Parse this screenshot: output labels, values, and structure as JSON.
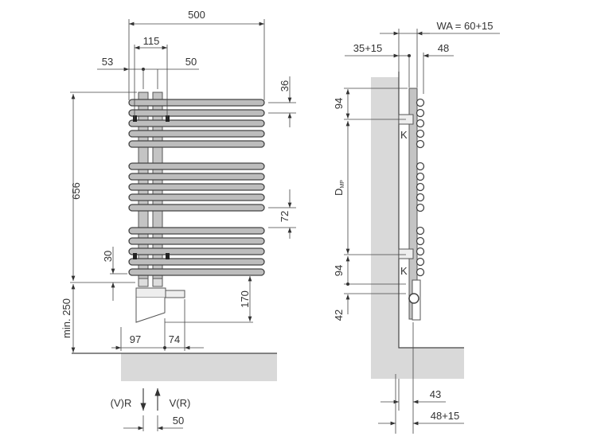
{
  "front_view": {
    "width": "500",
    "collector_span": "115",
    "left_offset": "53",
    "right_offset": "50",
    "height": "656",
    "min_floor": "min. 250",
    "bar_spacing": "36",
    "group_gap": "72",
    "valve_offset": "30",
    "valve_height": "170",
    "valve_left": "97",
    "valve_right": "74",
    "flow_left": "(V)R",
    "flow_right": "V(R)",
    "pipe_spacing": "50"
  },
  "side_view": {
    "wall_distance": "WA = 60+15",
    "bracket_depth": "35+15",
    "tube_depth": "48",
    "top_offset": "94",
    "mount_distance_main": "D",
    "mount_distance_sub": "MP",
    "bottom_offset": "94",
    "valve_offset": "42",
    "bracket_label_top": "K",
    "bracket_label_bottom": "K",
    "pipe_depth": "43",
    "total_depth": "48+15"
  }
}
